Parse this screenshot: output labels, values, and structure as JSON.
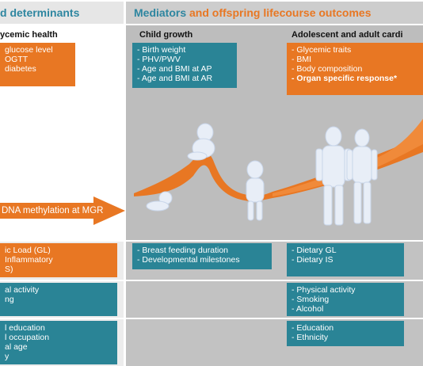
{
  "header": {
    "left_title": "d determinants",
    "right_title_part1": "Mediators",
    "right_title_part2": " and offspring lifecourse outcomes"
  },
  "colors": {
    "teal": "#2a8496",
    "orange": "#e87723",
    "header_teal": "#2e86a0"
  },
  "left_panel": {
    "subtitle": "ycemic health",
    "box_items": [
      "glucose level",
      "OGTT",
      "diabetes"
    ],
    "arrow_label": "DNA methylation at MGR"
  },
  "child_growth": {
    "subtitle": "Child growth",
    "items": [
      "Birth weight",
      "PHV/PWV",
      "Age and BMI at AP",
      "Age and BMI at AR"
    ]
  },
  "adolescent": {
    "subtitle": "Adolescent and adult cardi",
    "items": [
      "Glycemic traits",
      "BMI",
      "Body composition"
    ],
    "bold_item": "Organ specific response*"
  },
  "rows": [
    {
      "left_items": [
        "ic Load (GL)",
        "Inflammatory",
        "S)"
      ],
      "left_color": "orange",
      "middle_items": [
        "Breast feeding duration",
        "Developmental milestones"
      ],
      "right_items": [
        "Dietary GL",
        "Dietary IS"
      ]
    },
    {
      "left_items": [
        "al activity",
        "ng"
      ],
      "left_color": "teal",
      "middle_items": [],
      "right_items": [
        "Physical activity",
        "Smoking",
        "Alcohol"
      ]
    },
    {
      "left_items": [
        "l education",
        "l occupation",
        "al age",
        "y"
      ],
      "left_color": "teal",
      "middle_items": [],
      "right_items": [
        "Education",
        "Ethnicity"
      ]
    }
  ]
}
